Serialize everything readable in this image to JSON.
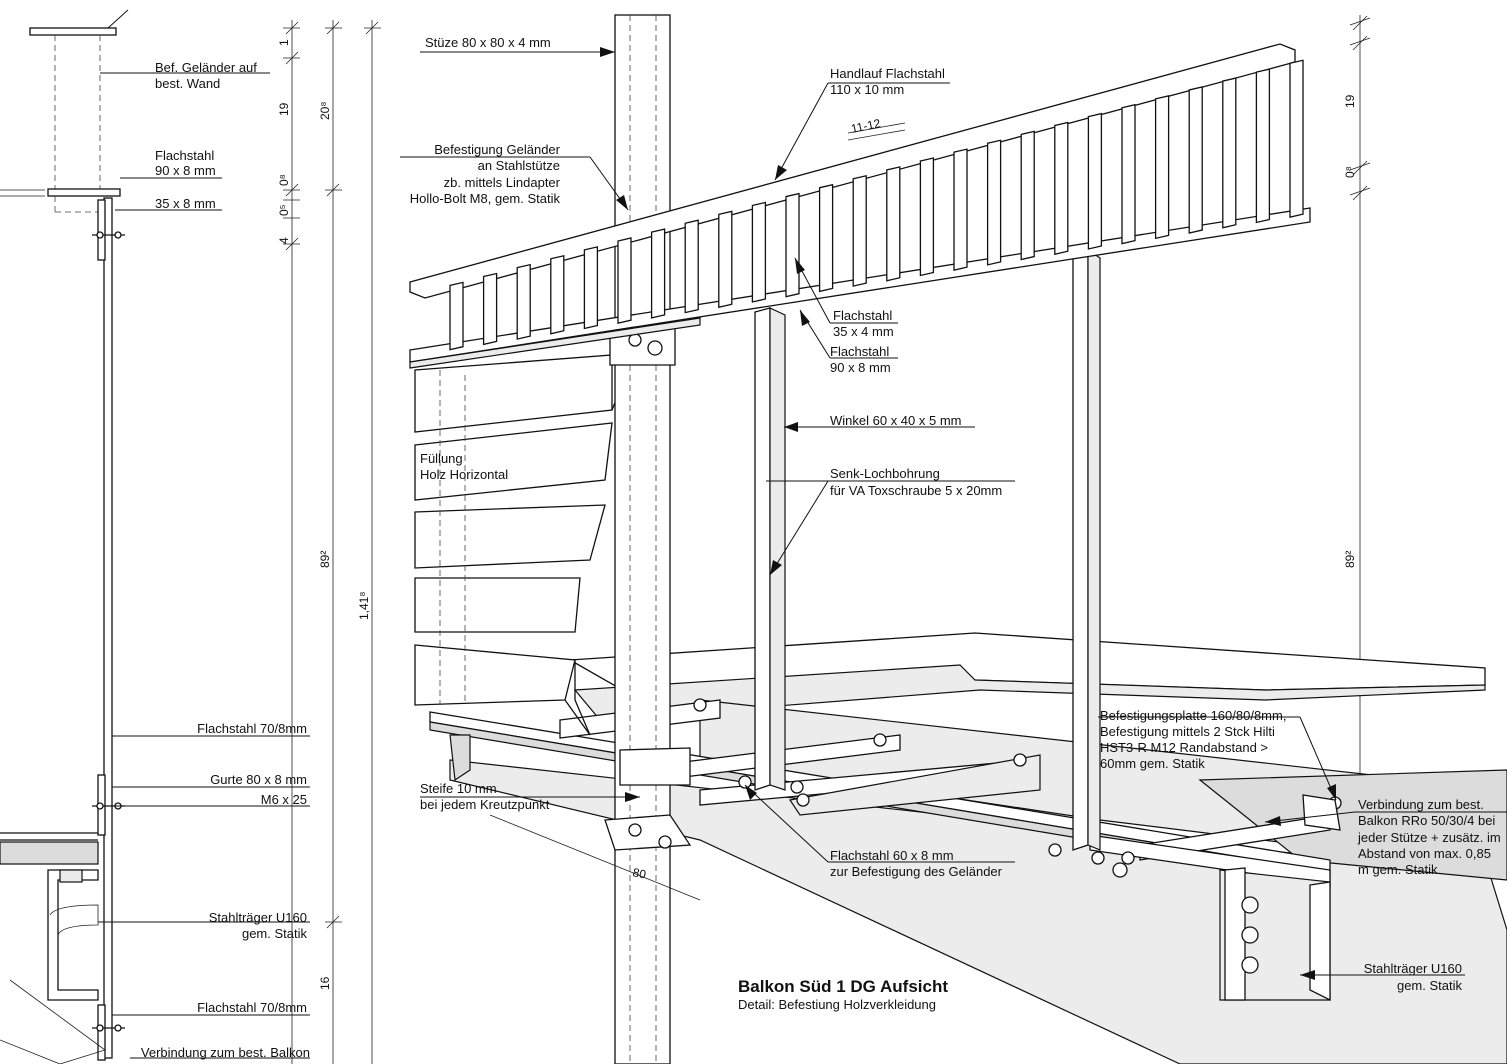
{
  "drawing": {
    "title": "Balkon Süd 1 DG Aufsicht",
    "subtitle": "Detail: Befestiung Holzverkleidung"
  },
  "left_labels": {
    "bef_gelaender_1": "Bef. Geländer auf",
    "bef_gelaender_2": "best. Wand",
    "flachstahl_1": "Flachstahl",
    "flachstahl_2": "90 x 8 mm",
    "flachstahl_35": "35 x 8 mm",
    "flachstahl_70a": "Flachstahl 70/8mm",
    "gurte": "Gurte 80 x 8 mm",
    "m6": "M6 x 25",
    "stahltraeger_1": "Stahlträger U160",
    "stahltraeger_2": "gem. Statik",
    "flachstahl_70b": "Flachstahl 70/8mm",
    "verbindung_balkon": "Verbindung zum best. Balkon"
  },
  "left_dims": {
    "d1": "1",
    "d19": "19",
    "d08": "0⁸",
    "d05": "0⁵",
    "d4": "4",
    "d208": "20⁸",
    "d892": "89²",
    "d1418": "1,41⁸",
    "d16": "16"
  },
  "main_labels": {
    "stuetze": "Stüze 80 x 80 x 4 mm",
    "handlauf_1": "Handlauf Flachstahl",
    "handlauf_2": "110 x 10 mm",
    "spacing": "11-12",
    "bef_1": "Befestigung Geländer",
    "bef_2": "an Stahlstütze",
    "bef_3": "zb. mittels Lindapter",
    "bef_4": "Hollo-Bolt M8, gem. Statik",
    "fs35_1": "Flachstahl",
    "fs35_2": "35 x 4 mm",
    "fs90_1": "Flachstahl",
    "fs90_2": "90 x 8 mm",
    "winkel": "Winkel 60 x 40 x 5 mm",
    "senk_1": "Senk-Lochbohrung",
    "senk_2": "für VA Toxschraube 5 x 20mm",
    "fuellung_1": "Füllung",
    "fuellung_2": "Holz Horizontal",
    "platte_1": "Befestigungsplatte 160/80/8mm,",
    "platte_2": "Befestigung mittels 2 Stck Hilti",
    "platte_3": "HST3-R M12 Randabstand >",
    "platte_4": "60mm gem. Statik",
    "verb_1": "Verbindung zum best.",
    "verb_2": "Balkon RRo 50/30/4 bei",
    "verb_3": "jeder Stütze + zusätz. im",
    "verb_4": "Abstand von max. 0,85",
    "verb_5": "m gem. Statik",
    "steife_1": "Steife 10 mm",
    "steife_2": "bei jedem Kreutzpunkt",
    "fs60_1": "Flachstahl 60 x 8 mm",
    "fs60_2": "zur Befestigung des Geländer",
    "dim80": "80",
    "st_1": "Stahlträger U160",
    "st_2": "gem. Statik"
  },
  "right_dims": {
    "d19": "19",
    "d08": "0⁸",
    "d892": "89²"
  }
}
